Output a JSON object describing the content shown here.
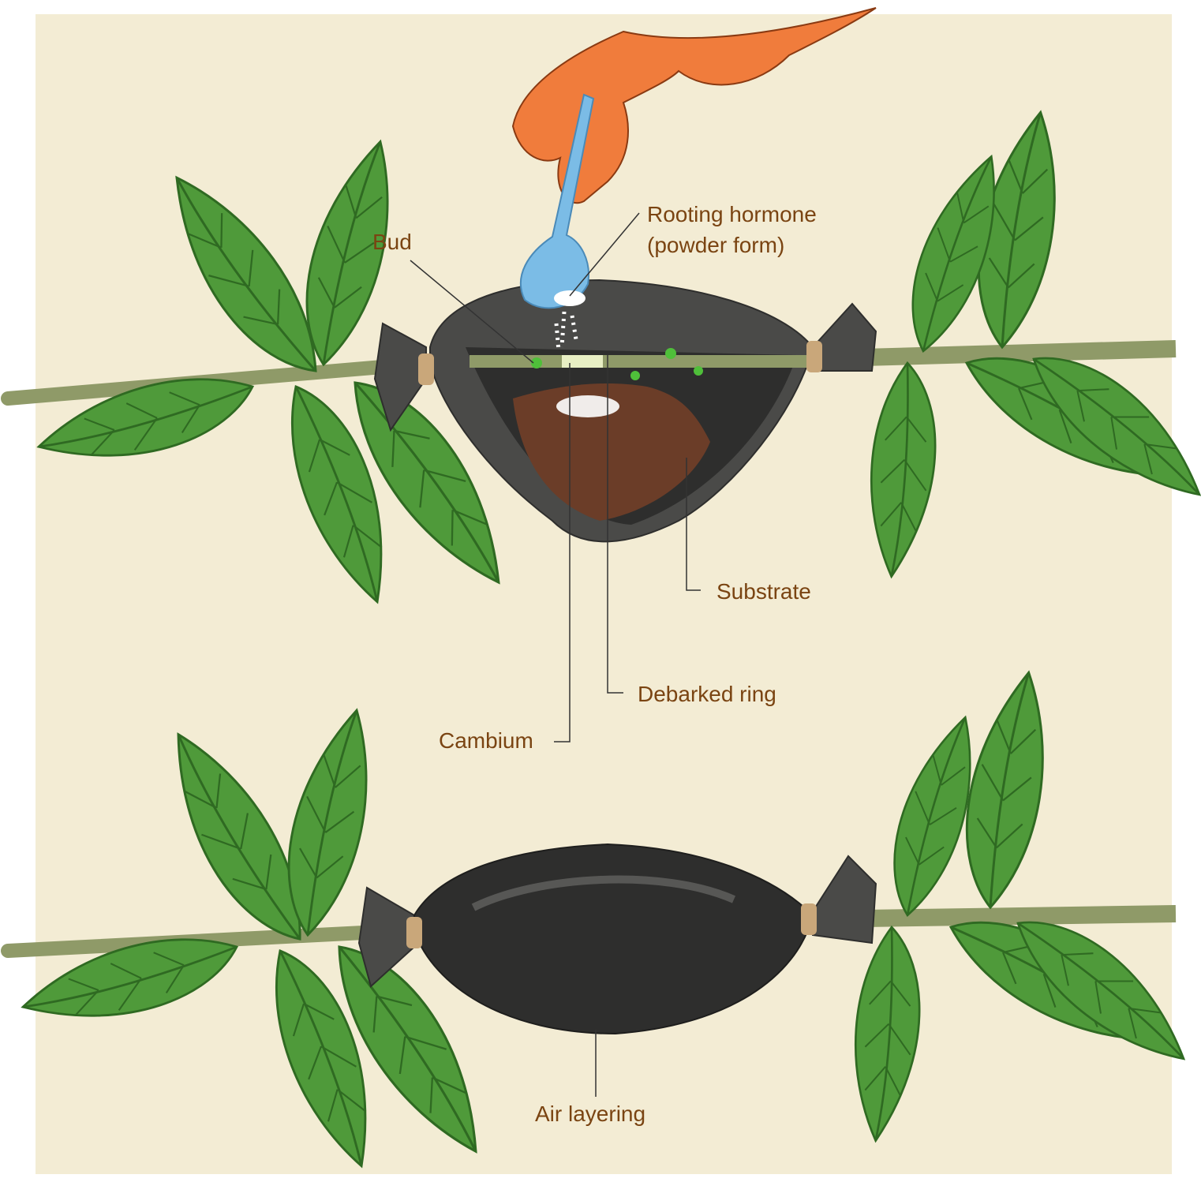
{
  "labels": {
    "bud": "Bud",
    "rooting_hormone_line1": "Rooting hormone",
    "rooting_hormone_line2": "(powder form)",
    "substrate": "Substrate",
    "debarked_ring": "Debarked ring",
    "cambium": "Cambium",
    "air_layering": "Air layering"
  },
  "colors": {
    "background": "#f3ecd4",
    "leaf": "#4f9a3a",
    "leaf_vein": "#2f6a22",
    "stem": "#8f9a68",
    "bag": "#4a4a48",
    "bag_dark": "#2e2e2d",
    "substrate": "#6b3d28",
    "hand": "#f07c3c",
    "spoon": "#7bbce6",
    "twine": "#c9a77a",
    "label_text": "#7a4412"
  }
}
